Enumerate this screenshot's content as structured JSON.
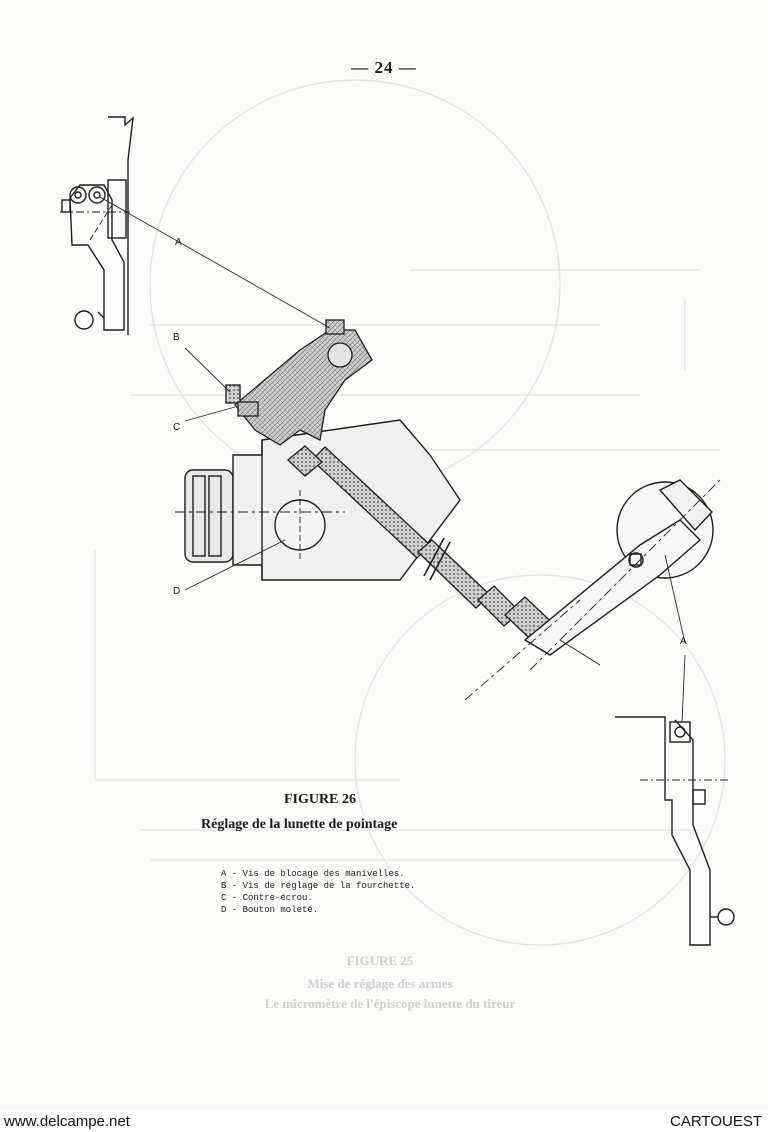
{
  "page": {
    "number": "— 24 —"
  },
  "figure": {
    "title": "FIGURE 26",
    "subtitle": "Réglage de la lunette de pointage",
    "callouts": {
      "a": "A",
      "b": "B",
      "c": "C",
      "d": "D"
    },
    "legend": [
      "A - Vis de blocage des manivelles.",
      "B - Vis de réglage de la fourchette.",
      "C - Contre-écrou.",
      "D - Bouton moleté."
    ]
  },
  "bleed_through": {
    "title": "FIGURE 25",
    "line1": "Mise de réglage des armes",
    "line2": "Le micromètre de l'épiscope lunette du tireur"
  },
  "footer": {
    "left": "www.delcampe.net",
    "right": "CARTOUEST"
  }
}
